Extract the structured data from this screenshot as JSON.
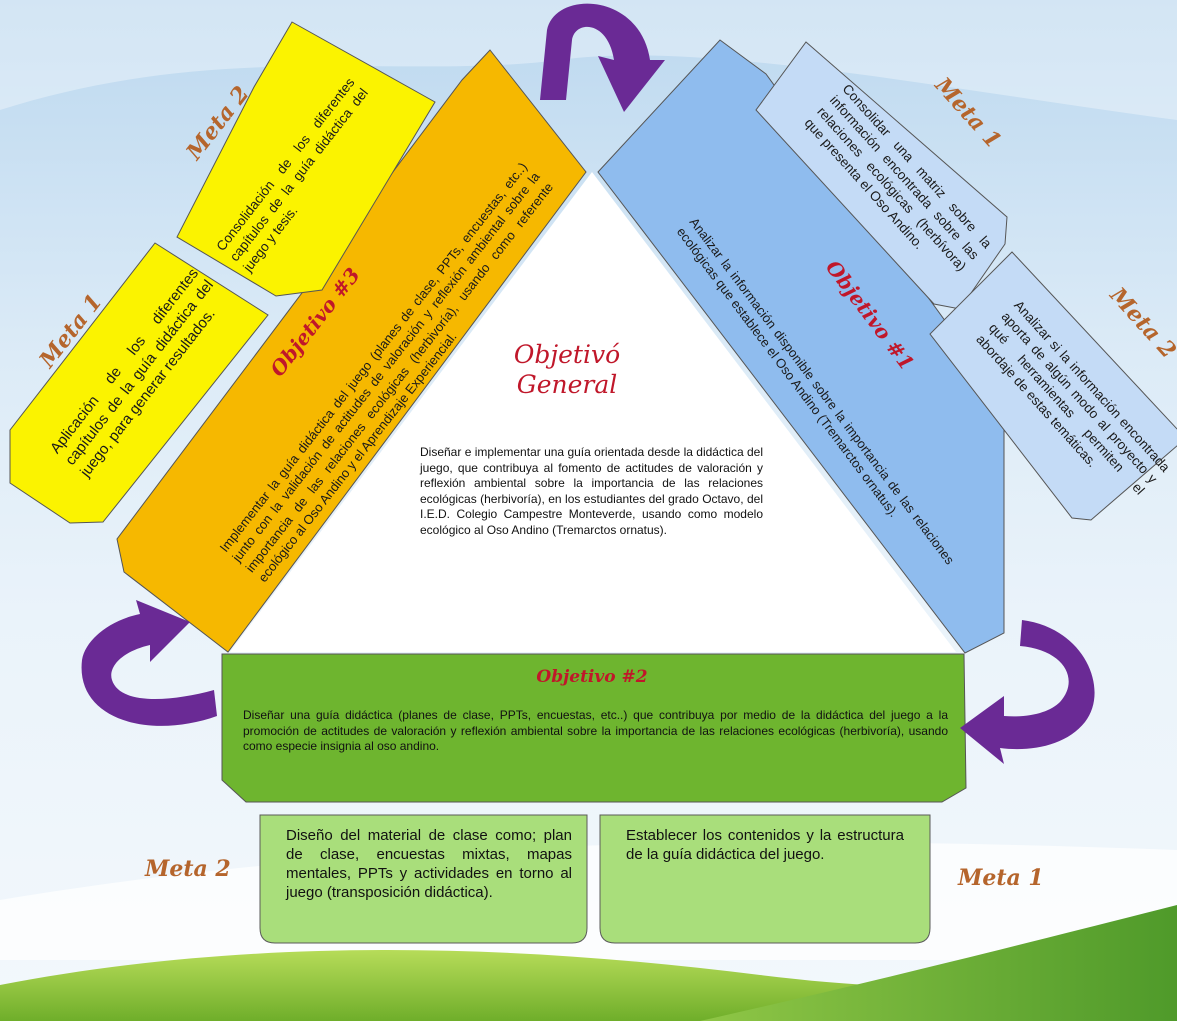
{
  "objetivo_general": {
    "title": "Objetivó General",
    "text": "Diseñar e implementar una guía orientada desde la didáctica del juego, que contribuya al fomento de actitudes de valoración y reflexión ambiental sobre la importancia de las relaciones ecológicas (herbivoría), en los estudiantes del grado Octavo, del I.E.D. Colegio Campestre Monteverde, usando como modelo ecológico al Oso Andino (Tremarctos ornatus)."
  },
  "objetivo_1": {
    "title": "Objetivo #1",
    "text": "Analizar la información disponible sobre la importancia de las relaciones ecológicas que establece el Oso Andino (Tremarctos ornatus).",
    "meta_1": {
      "label": "Meta 1",
      "text": "Consolidar una matriz sobre la información encontrada sobre las relaciones ecológicas (herbívora) que presenta el Oso Andino."
    },
    "meta_2": {
      "label": "Meta 2",
      "text": "Analizar si la información encontrada aporta de algún modo al proyecto y qué herramientas permiten el abordaje de estas temáticas."
    }
  },
  "objetivo_2": {
    "title": "Objetivo #2",
    "text": "Diseñar una guía didáctica (planes de clase, PPTs, encuestas, etc..) que contribuya por medio de la didáctica del juego a la promoción de actitudes de valoración y reflexión ambiental sobre la importancia de las relaciones ecológicas (herbivoría), usando como especie insignia al oso andino.",
    "meta_1": {
      "label": "Meta 1",
      "text": "Establecer los contenidos y la estructura de la guía didáctica del juego."
    },
    "meta_2": {
      "label": "Meta 2",
      "text": "Diseño del material de clase como; plan de clase, encuestas mixtas, mapas mentales, PPTs y actividades en torno al juego (transposición didáctica)."
    }
  },
  "objetivo_3": {
    "title": "Objetivo #3",
    "text": "Implementar la guía didáctica del juego (planes de clase, PPTs, encuestas, etc..) junto con la validación de actitudes de valoración y reflexión ambiental sobre la importancia de las relaciones ecológicas (herbivoría), usando como referente ecológico al Oso Andino y el Aprendizaje Experiencial.",
    "meta_1": {
      "label": "Meta 1",
      "text": "Aplicación de los diferentes capítulos de la guía didáctica del juego, para generar resultados."
    },
    "meta_2": {
      "label": "Meta 2",
      "text": "Consolidación de los diferentes capítulos de la guía didáctica del juego y tesis."
    }
  },
  "colors": {
    "objetivo_1": "#8fbcee",
    "objetivo_1_metas": "#c4dbf6",
    "objetivo_2": "#6eb52f",
    "objetivo_2_metas": "#a9de7b",
    "objetivo_3": "#f6b800",
    "objetivo_3_metas": "#fbf300",
    "arrows": "#6a2a95",
    "meta_label": "#b5652c",
    "objetivo_title": "#c0172a"
  }
}
